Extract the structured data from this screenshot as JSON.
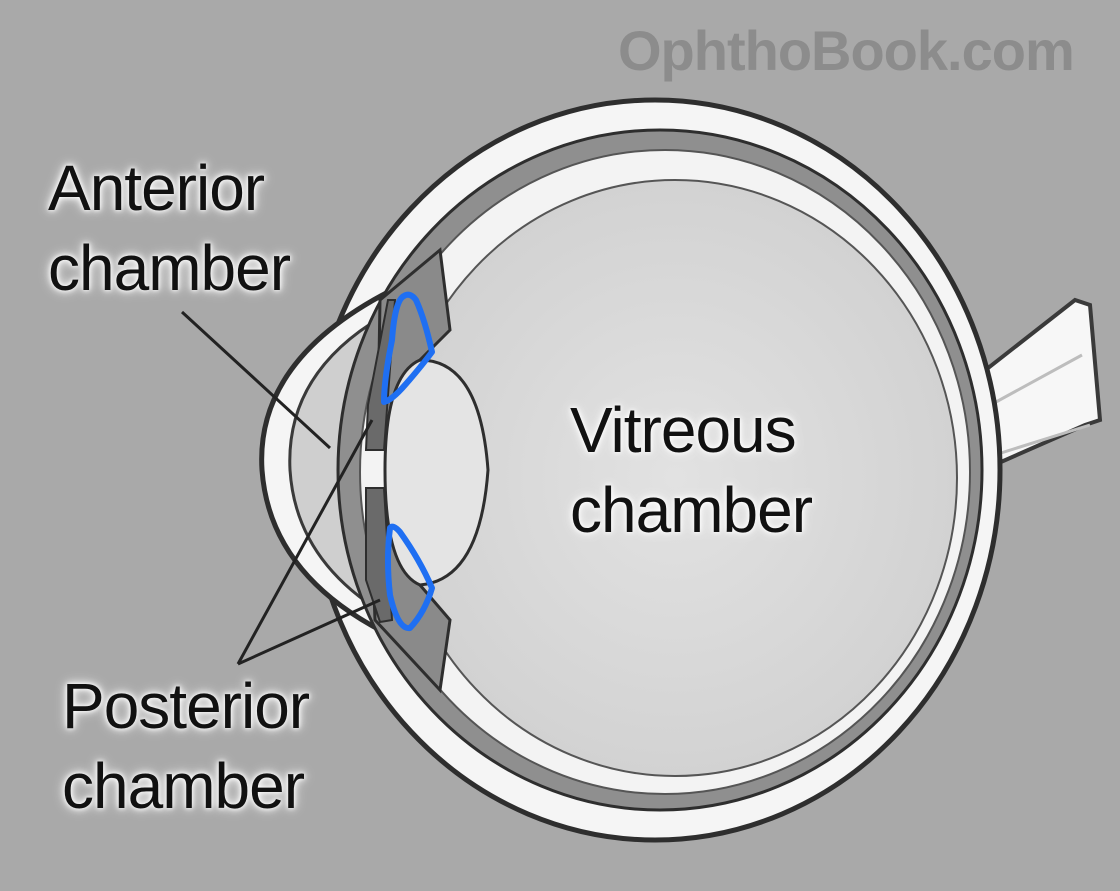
{
  "watermark": "OphthoBook.com",
  "labels": {
    "anterior": {
      "line1": "Anterior",
      "line2": "chamber"
    },
    "vitreous": {
      "line1": "Vitreous",
      "line2": "chamber"
    },
    "posterior": {
      "line1": "Posterior",
      "line2": "chamber"
    }
  },
  "colors": {
    "background": "#a9a9a9",
    "highlight": "#1f6ff2",
    "sclera": "#f5f5f5",
    "choroid": "#8a8a8a",
    "vitreous": "#d9d9d9"
  }
}
